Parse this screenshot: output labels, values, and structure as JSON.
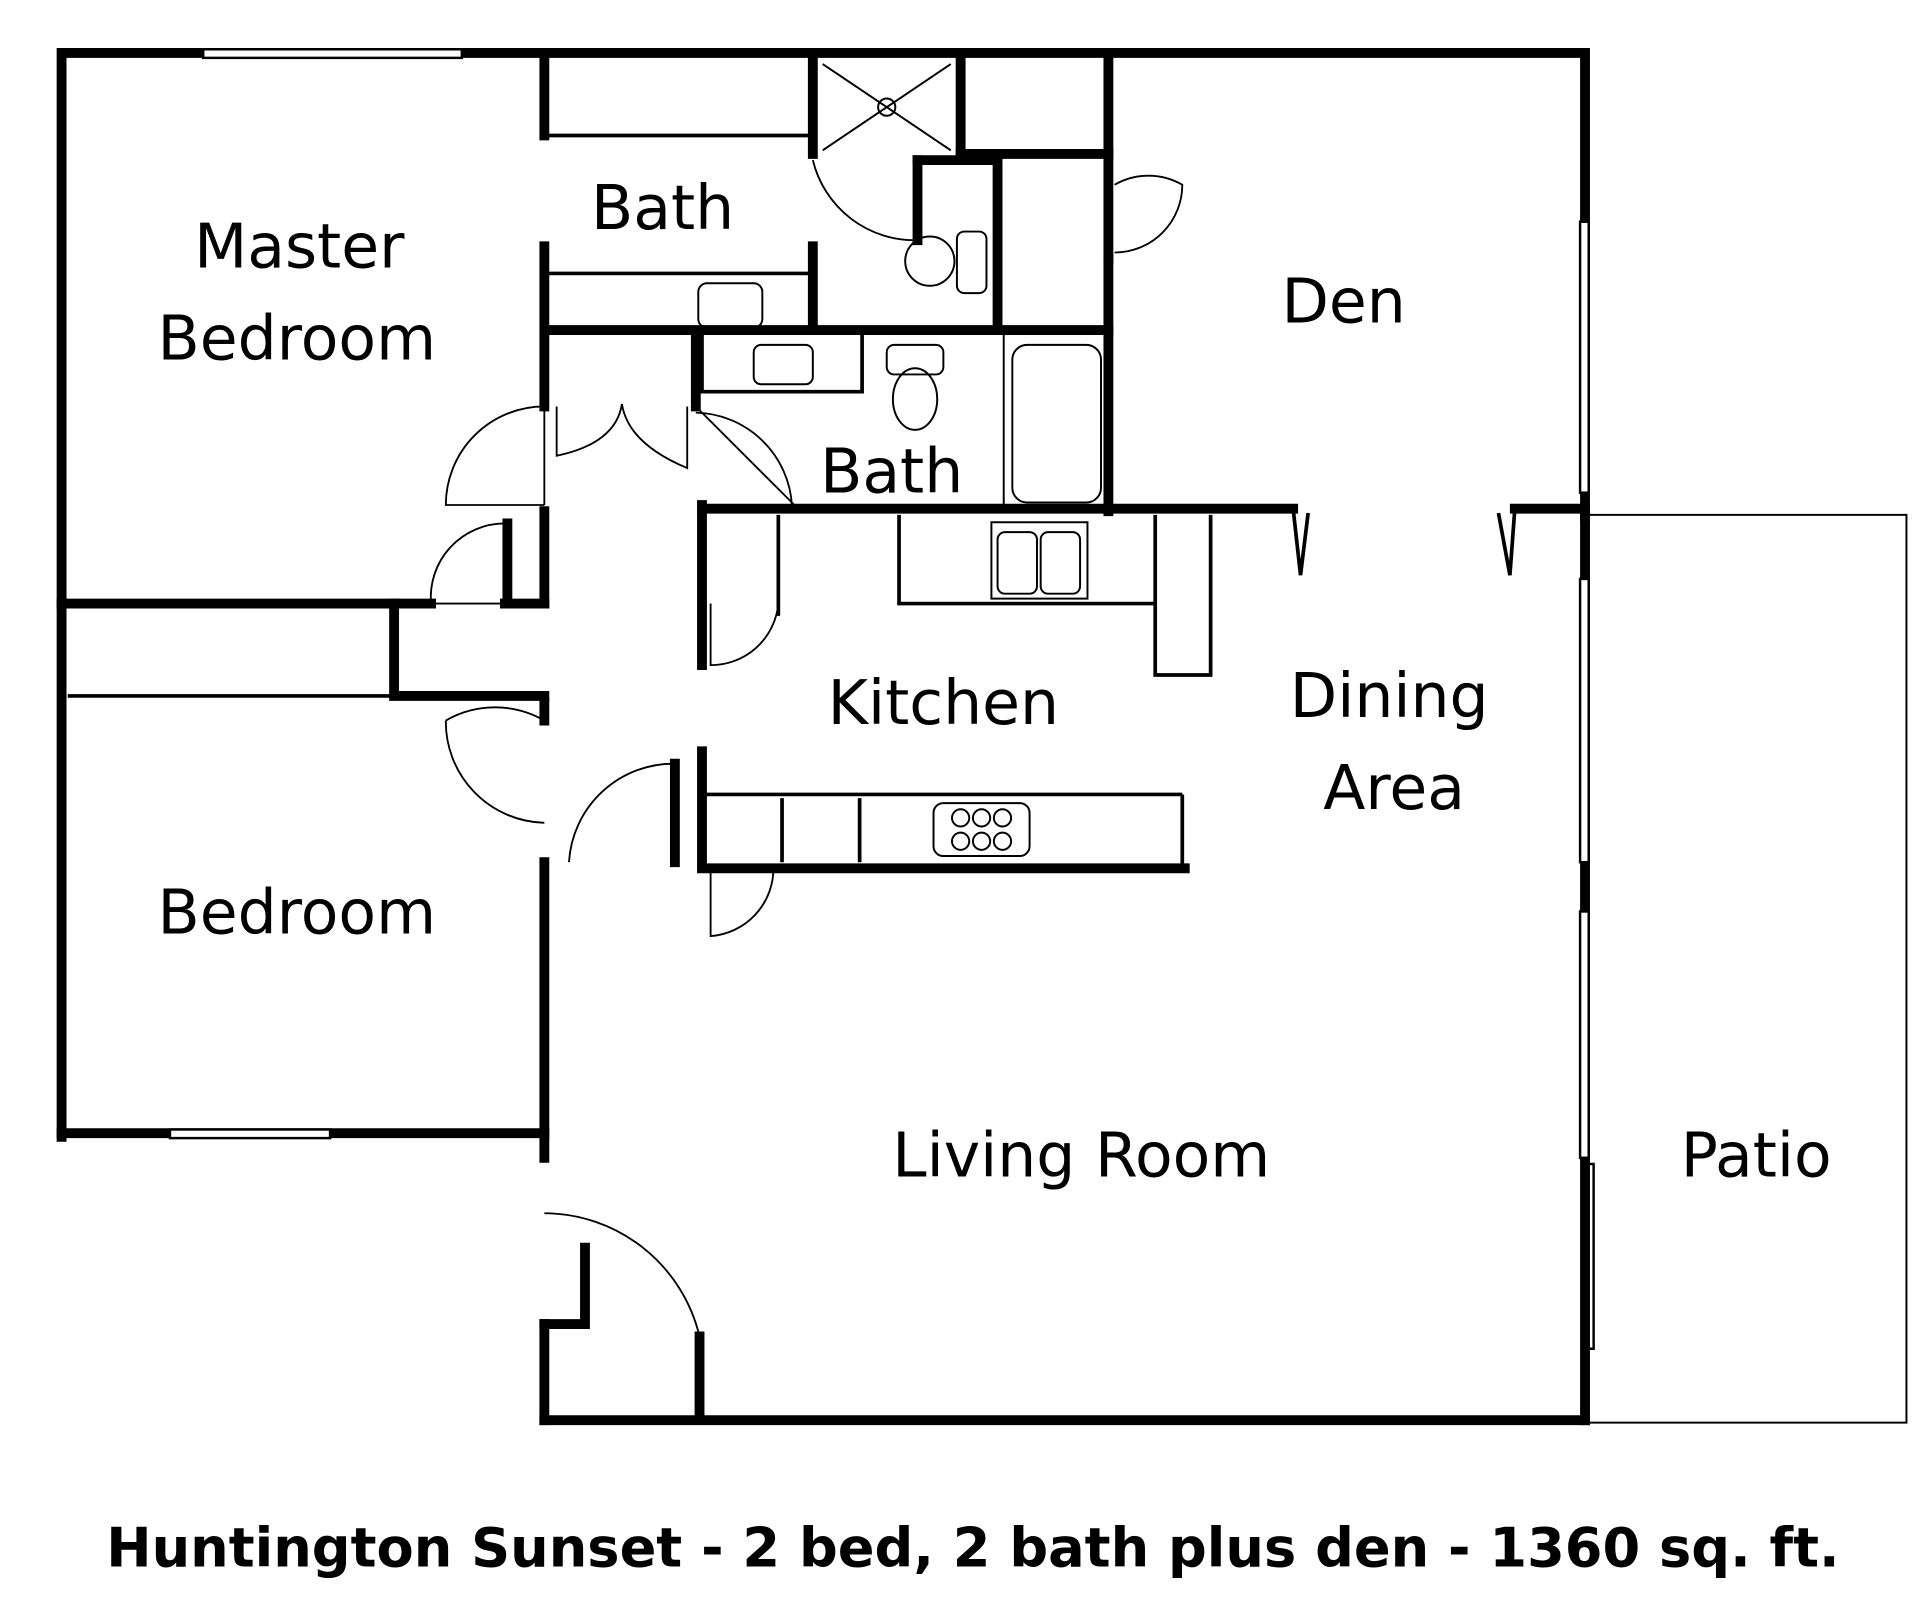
{
  "plan": {
    "caption": "Huntington Sunset - 2 bed, 2 bath plus den - 1360 sq. ft.",
    "rooms": {
      "master_bedroom_line1": "Master",
      "master_bedroom_line2": "Bedroom",
      "bath_master": "Bath",
      "bath_hall": "Bath",
      "den": "Den",
      "kitchen": "Kitchen",
      "dining_line1": "Dining",
      "dining_line2": "Area",
      "bedroom": "Bedroom",
      "living_room": "Living Room",
      "patio": "Patio"
    },
    "colors": {
      "wall": "#000000",
      "background": "#ffffff"
    }
  }
}
